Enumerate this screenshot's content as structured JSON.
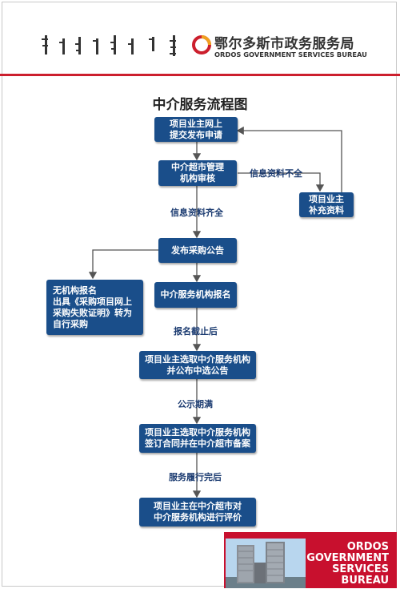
{
  "header": {
    "brand_cn": "鄂尔多斯市政务服务局",
    "brand_en": "ORDOS GOVERNMENT SERVICES BUREAU",
    "accent_color": "#cc1f2d"
  },
  "title": "中介服务流程图",
  "nodes": {
    "apply": "项目业主网上\n提交发布申请",
    "review": "中介超市管理\n机构审核",
    "supplement": "项目业主\n补充资料",
    "announce": "发布采购公告",
    "no_agency": "无机构报名\n出具《采购项目网上\n采购失败证明》转为\n自行采购",
    "agency_signup": "中介服务机构报名",
    "select_publish": "项目业主选取中介服务机构\n并公布中选公告",
    "sign_contract": "项目业主选取中介服务机构\n签订合同并在中介超市备案",
    "evaluate": "项目业主在中介超市对\n中介服务机构进行评价"
  },
  "edge_labels": {
    "incomplete": "信息资料不全",
    "complete": "信息资料齐全",
    "deadline": "报名截止后",
    "publicity_end": "公示期满",
    "service_done": "服务履行完后"
  },
  "footer": {
    "text": "ORDOS\nGOVERNMENT\nSERVICES\nBUREAU",
    "color": "#c8102e"
  },
  "colors": {
    "node_fill": "#1a4e8a",
    "edge": "#555555"
  }
}
